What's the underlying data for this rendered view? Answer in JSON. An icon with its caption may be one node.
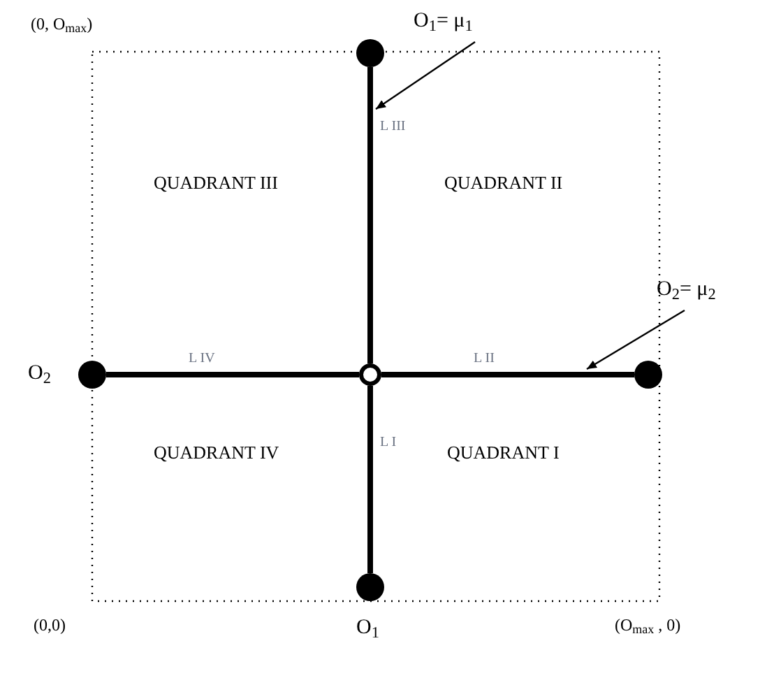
{
  "diagram": {
    "nodes": [
      {
        "text": [],
        "shape": "circle"
      },
      {
        "text": [],
        "shape": "circle"
      },
      {
        "text": [],
        "shape": "circle"
      },
      {
        "text": [],
        "shape": "circle",
        "beside": [
          "O$_{1}$"
        ]
      },
      {
        "text": [],
        "shape": "circle",
        "beside": [
          "O$_{2}$"
        ]
      },
      {
        "text": [
          "O$_{1}$= μ$_{1}$"
        ]
      },
      {
        "text": [
          "O$_{2}$= μ$_{2}$"
        ]
      }
    ],
    "edges": [
      {
        "from": 0,
        "to": 1,
        "arrow": "none",
        "label": "L III"
      },
      {
        "from": 0,
        "to": 2,
        "arrow": "none",
        "label": "L II"
      },
      {
        "from": 0,
        "to": 3,
        "arrow": "none",
        "label": "L I"
      },
      {
        "from": 0,
        "to": 4,
        "arrow": "none",
        "label": "L IV"
      },
      {
        "from": 5,
        "to": null,
        "arrow": "to"
      },
      {
        "from": 6,
        "to": null,
        "arrow": "to"
      }
    ],
    "labels": [
      "(0, O$_{max}$)",
      "QUADRANT III",
      "QUADRANT II",
      "QUADRANT IV",
      "QUADRANT I",
      "(0,0)",
      "(O$_{max}$ , 0)"
    ]
  }
}
